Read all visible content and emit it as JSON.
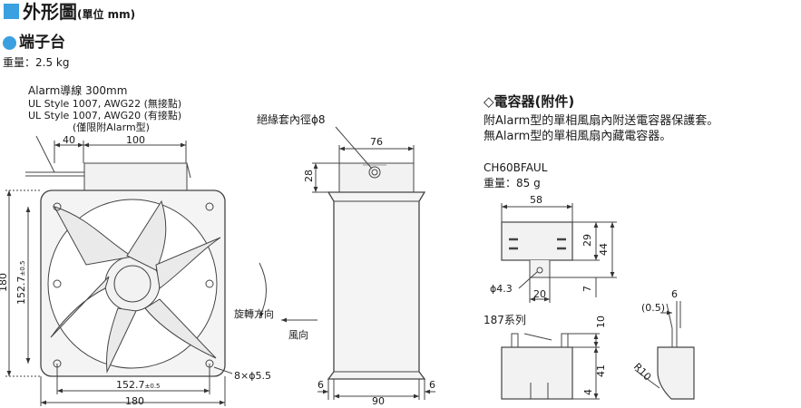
{
  "header": {
    "title": "外形圖",
    "title_unit": "(單位 mm)",
    "subtitle": "端子台",
    "weight": "重量：2.5 kg"
  },
  "fan": {
    "lead_label": "Alarm導線 300mm",
    "lead_spec_1": "UL Style 1007, AWG22 (無接點)",
    "lead_spec_2": "UL Style 1007, AWG20 (有接點)",
    "lead_spec_3": "(僅限附Alarm型)",
    "dim_40": "40",
    "dim_100": "100",
    "dim_180_h": "180",
    "dim_1527_h": "152.7",
    "dim_1527_v": "152.7",
    "dim_180_v": "180",
    "tol": "±0.5",
    "holes": "8×ϕ5.5"
  },
  "side": {
    "grommet_label": "絕緣套內徑ϕ8",
    "dim_76": "76",
    "dim_28": "28",
    "dim_90": "90",
    "dim_6_left": "6",
    "dim_6_right": "6",
    "rotation": "旋轉方向",
    "airflow": "風向"
  },
  "capacitor": {
    "heading": "◇電容器(附件)",
    "note_1": "附Alarm型的單相風扇內附送電容器保護套。",
    "note_2": "無Alarm型的單相風扇內藏電容器。",
    "model": "CH60BFAUL",
    "weight": "重量：85 g",
    "dim_58": "58",
    "dim_29": "29",
    "dim_44": "44",
    "dim_7": "7",
    "dim_20": "20",
    "dim_43": "ϕ4.3",
    "series": "187系列",
    "dim_10": "10",
    "dim_41": "41",
    "dim_4": "4",
    "dim_05": "(0.5)",
    "dim_6": "6",
    "dim_r10": "R10"
  },
  "colors": {
    "accent": "#3aa0e0",
    "line": "#333333",
    "body": "#f2f2f2"
  }
}
